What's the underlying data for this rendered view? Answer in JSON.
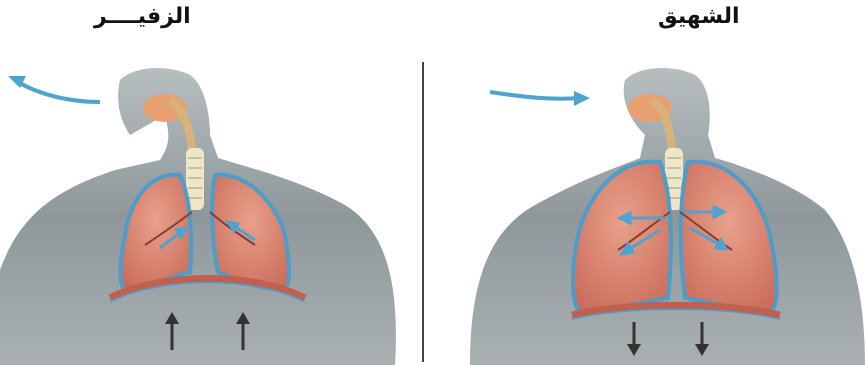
{
  "diagram": {
    "left_panel": {
      "title": "الزفيــــر",
      "airflow_direction": "out",
      "diaphragm_arrows": "up",
      "lung_arrows": "inward"
    },
    "right_panel": {
      "title": "الشهيق",
      "airflow_direction": "in",
      "diaphragm_arrows": "down",
      "lung_arrows": "outward"
    },
    "colors": {
      "body": "#8a9598",
      "lung": "#d9826e",
      "lung_outline": "#4e9cc9",
      "diaphragm": "#c0604f",
      "airflow_arrow": "#4ea3cf",
      "trachea": "#eee6c8"
    }
  }
}
